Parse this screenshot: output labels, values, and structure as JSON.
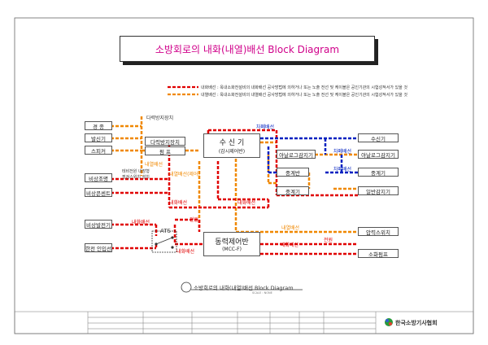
{
  "title": "소방회로의 내화(내열)배선 Block Diagram",
  "legend": [
    {
      "label": "내화배선 : 옥내소화전설비의 내화배선 공사방법에 의하거나 또는 노출 전선 및 케이블은 공인기관의 시험성적서가 있을 것",
      "color": "#e00000"
    },
    {
      "label": "내열배선 : 옥내소화전설비의 내열배선 공사방법에 의하거나 또는 노출 전선 및 케이블은 공인기관의 시험성적서가 있을 것",
      "color": "#f08800"
    }
  ],
  "boxes": {
    "alarm_bell": "경 종",
    "transmitter": "발신기",
    "speaker": "스피커",
    "emergency_light": "비상조명",
    "emergency_outlet": "비상콘센트",
    "generator": "비상발전기",
    "utility_power": "한전 인입선",
    "auto_shutter": "다력방지장치",
    "pump": "펌 프",
    "receiver_main": "수 신 기",
    "receiver_sub": "(감시제어반)",
    "receiver_right": "수신기",
    "analog_det_1": "아날로그감지기",
    "analog_det_2": "아날로그감지기",
    "relay_panel": "중계반",
    "relay_1": "중계기",
    "relay_2": "중계기",
    "general_det": "일반감지기",
    "pressure_switch": "압력스위치",
    "fire_pump": "소화펌프",
    "power_panel_main": "동력제어반",
    "power_panel_sub": "(MCC-F)",
    "ats": "ATS"
  },
  "labels": {
    "fire_shutter_top": "다력방지장치",
    "remote_emergency": "테비전원 내장형\n점검스위치 설치",
    "heat_wiring_1": "내열배선",
    "heat_wiring_2": "내열배선(제어)",
    "heat_wiring_3": "내열배선",
    "fire_wiring_1": "내화배선",
    "fire_wiring_2": "내화배선",
    "fire_wiring_3": "내화배선",
    "fire_wiring_4": "내화배선",
    "fire_wiring_5": "배화배선",
    "shield_1": "차폐배선",
    "shield_2": "차폐배선",
    "shield_3": "차폐배선",
    "power_1": "전원",
    "power_2": "전원",
    "bottom_caption": "소방회로의 내화(내열)배선 Block Diagram",
    "bottom_scale": "SCALE : NONE",
    "org_name": "한국소방기사협회"
  },
  "colors": {
    "fire": "#e00000",
    "heat": "#f08800",
    "shield": "#0020c0",
    "title": "#d0008a"
  }
}
